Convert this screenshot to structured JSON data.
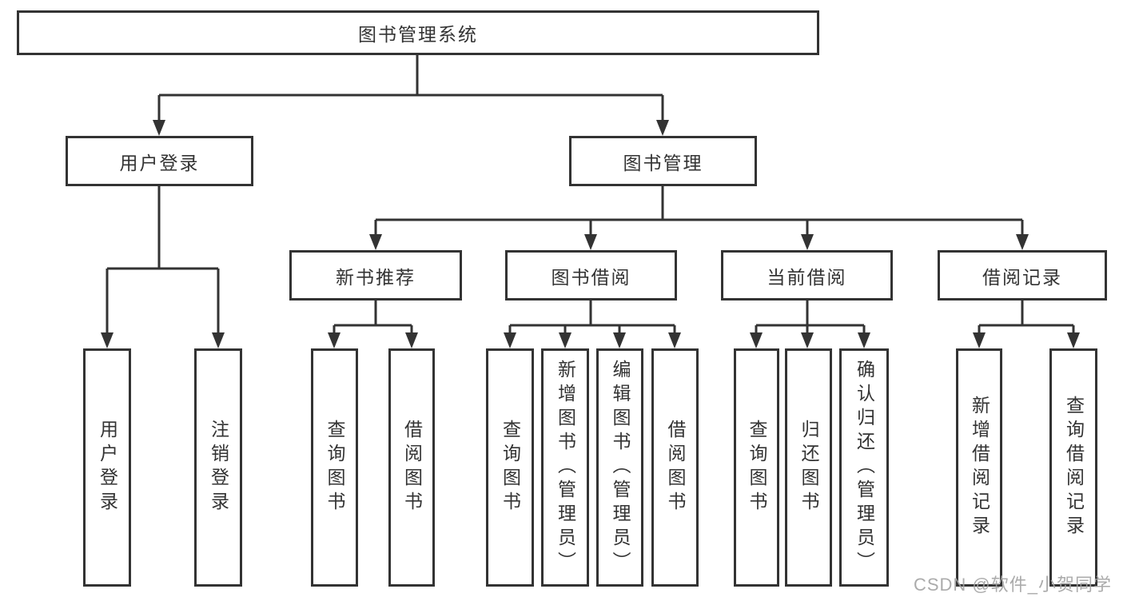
{
  "colors": {
    "line": "#333333",
    "box_border": "#333333",
    "text": "#333333",
    "background": "#ffffff",
    "watermark": "#a2a2a2"
  },
  "watermark": {
    "text": "CSDN @软件_小贺同学"
  },
  "tree": {
    "root": "图书管理系统",
    "branches": [
      {
        "label": "用户登录",
        "children": [
          "用户登录",
          "注销登录"
        ]
      },
      {
        "label": "图书管理",
        "sections": [
          {
            "label": "新书推荐",
            "children": [
              "查询图书",
              "借阅图书"
            ]
          },
          {
            "label": "图书借阅",
            "children": [
              "查询图书",
              "新增图书（管理员）",
              "编辑图书（管理员）",
              "借阅图书"
            ]
          },
          {
            "label": "当前借阅",
            "children": [
              "查询图书",
              "归还图书",
              "确认归还（管理员）"
            ]
          },
          {
            "label": "借阅记录",
            "children": [
              "新增借阅记录",
              "查询借阅记录"
            ]
          }
        ]
      }
    ]
  }
}
